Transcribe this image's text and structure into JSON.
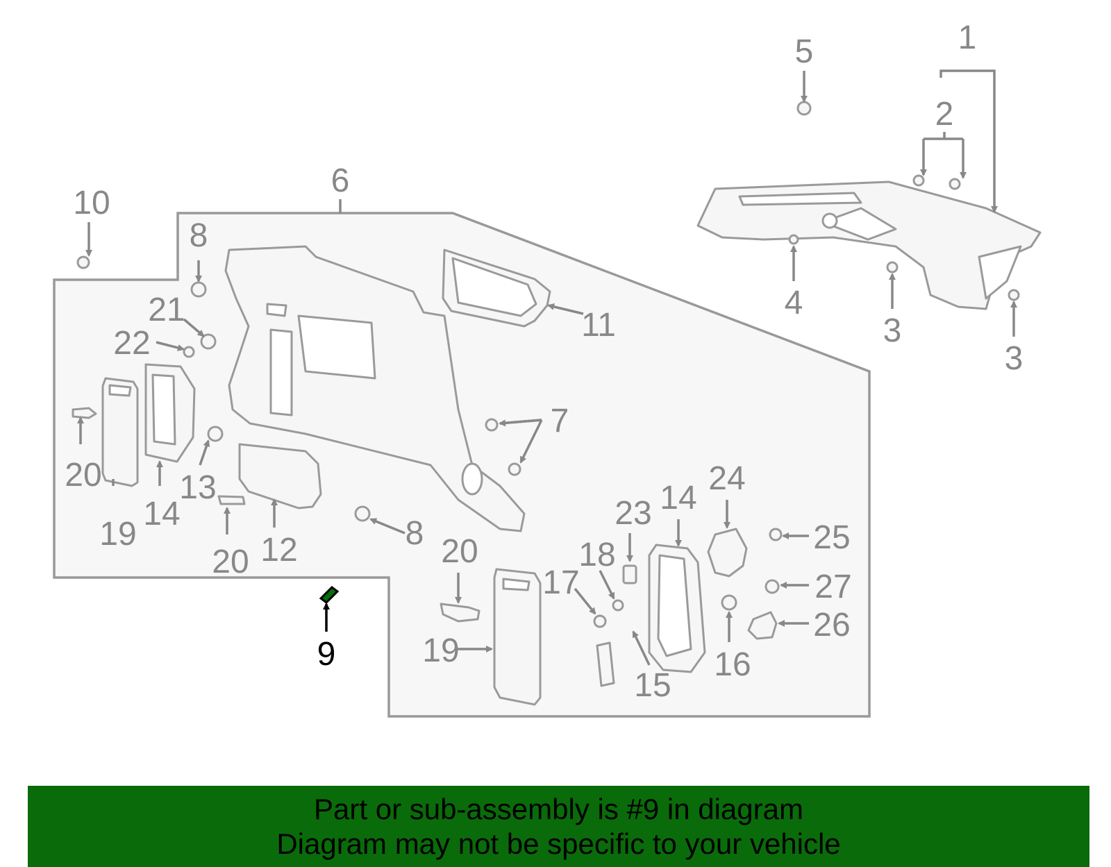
{
  "callouts": {
    "c1": "1",
    "c2": "2",
    "c3a": "3",
    "c3b": "3",
    "c4": "4",
    "c5": "5",
    "c6": "6",
    "c7": "7",
    "c8a": "8",
    "c8b": "8",
    "c9": "9",
    "c10": "10",
    "c11": "11",
    "c12": "12",
    "c13": "13",
    "c14a": "14",
    "c14b": "14",
    "c15": "15",
    "c16": "16",
    "c17": "17",
    "c18": "18",
    "c19a": "19",
    "c19b": "19",
    "c20a": "20",
    "c20b": "20",
    "c20c": "20",
    "c21": "21",
    "c22": "22",
    "c23": "23",
    "c24": "24",
    "c25": "25",
    "c26": "26",
    "c27": "27"
  },
  "highlighted_part": "9",
  "banner": {
    "line1": "Part or sub-assembly is #9 in diagram",
    "line2": "Diagram may not be specific to your vehicle"
  },
  "colors": {
    "banner_bg": "#0a6b0a",
    "callout_default": "#888888",
    "callout_highlight": "#000000",
    "part_highlight": "#0a6b0a"
  }
}
